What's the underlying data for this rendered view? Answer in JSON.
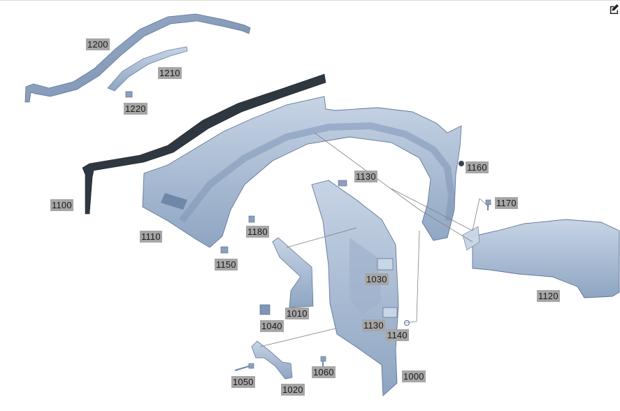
{
  "toolbar": {
    "edit_icon": "edit-icon"
  },
  "diagram": {
    "colors": {
      "part_fill": "#a9bbd4",
      "part_shade": "#7f96b6",
      "part_light": "#c9d6e6",
      "seal": "#2f3740",
      "leader": "#808080",
      "callout_bg": "#a6a6a6"
    },
    "callouts": [
      {
        "id": "1200",
        "text": "1200"
      },
      {
        "id": "1210",
        "text": "1210"
      },
      {
        "id": "1220",
        "text": "1220"
      },
      {
        "id": "1100",
        "text": "1100"
      },
      {
        "id": "1110",
        "text": "1110"
      },
      {
        "id": "1130",
        "text": "1130"
      },
      {
        "id": "1160",
        "text": "1160"
      },
      {
        "id": "1170",
        "text": "1170"
      },
      {
        "id": "1180",
        "text": "1180"
      },
      {
        "id": "1150",
        "text": "1150"
      },
      {
        "id": "1120",
        "text": "1120"
      },
      {
        "id": "1030",
        "text": "1030"
      },
      {
        "id": "1010",
        "text": "1010"
      },
      {
        "id": "1040",
        "text": "1040"
      },
      {
        "id": "1130b",
        "text": "1130"
      },
      {
        "id": "1140",
        "text": "1140"
      },
      {
        "id": "1050",
        "text": "1050"
      },
      {
        "id": "1060",
        "text": "1060"
      },
      {
        "id": "1020",
        "text": "1020"
      },
      {
        "id": "1000",
        "text": "1000"
      }
    ]
  }
}
